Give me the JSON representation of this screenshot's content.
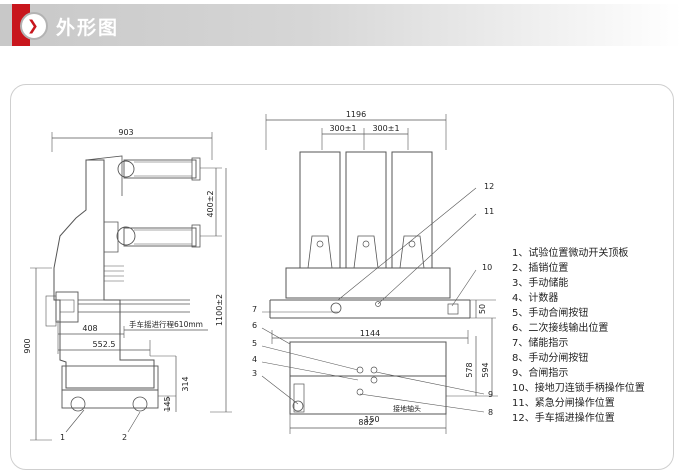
{
  "header": {
    "title": "外形图"
  },
  "side_view": {
    "dims": {
      "width_total": "903",
      "height_total": "900",
      "contact_spacing": "400±2",
      "height_right": "1100±2",
      "depth_408": "408",
      "depth_552": "552.5",
      "travel": "手车摇进行程610mm",
      "h_314": "314",
      "h_145": "145"
    },
    "callouts": [
      "1",
      "2"
    ]
  },
  "front_view": {
    "dims": {
      "width_total": "1196",
      "phase_spacing_1": "300±1",
      "phase_spacing_2": "300±1",
      "width_1144": "1144",
      "h_50": "50",
      "h_578": "578",
      "h_594": "594",
      "w_150": "150",
      "base_882": "882",
      "ground_label": "接地轴头"
    },
    "callouts": [
      "12",
      "11",
      "10",
      "7",
      "6",
      "5",
      "4",
      "3",
      "9",
      "8"
    ]
  },
  "legend": [
    "1、试验位置微动开关顶板",
    "2、插销位置",
    "3、手动储能",
    "4、计数器",
    "5、手动合闸按钮",
    "6、二次接线输出位置",
    "7、储能指示",
    "8、手动分闸按钮",
    "9、合闸指示",
    "10、接地刀连锁手柄操作位置",
    "11、紧急分闸操作位置",
    "12、手车摇进操作位置"
  ]
}
